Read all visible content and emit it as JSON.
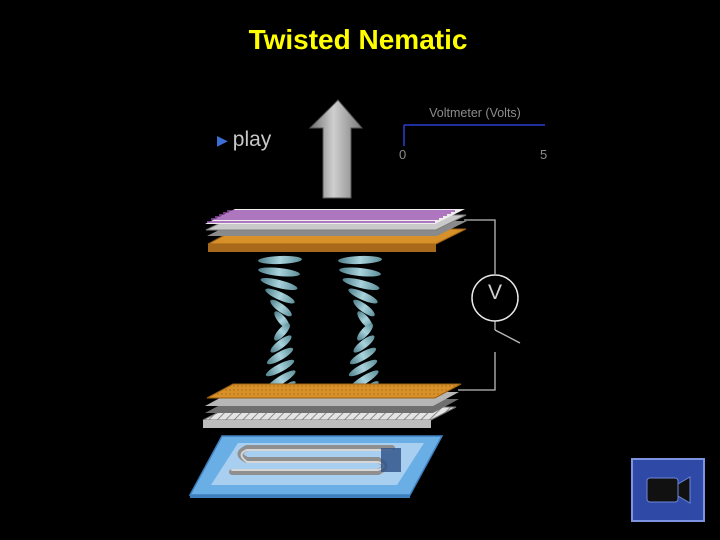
{
  "title": {
    "text": "Twisted Nematic",
    "color": "#ffff00"
  },
  "controls": {
    "play_label": "play",
    "play_icon": "play-triangle-icon",
    "camera_icon": "video-camera-icon"
  },
  "voltmeter": {
    "title": "Voltmeter (Volts)",
    "min_label": "0",
    "max_label": "5",
    "meter_symbol": "V"
  },
  "colors": {
    "background": "#000000",
    "title": "#ffff00",
    "electrode": "#d89028",
    "polarizer_lines": "#9a4fb0",
    "backlight": "#6aaee6",
    "helix": "#7fb2bd",
    "camera_button": "#2f49a7"
  }
}
